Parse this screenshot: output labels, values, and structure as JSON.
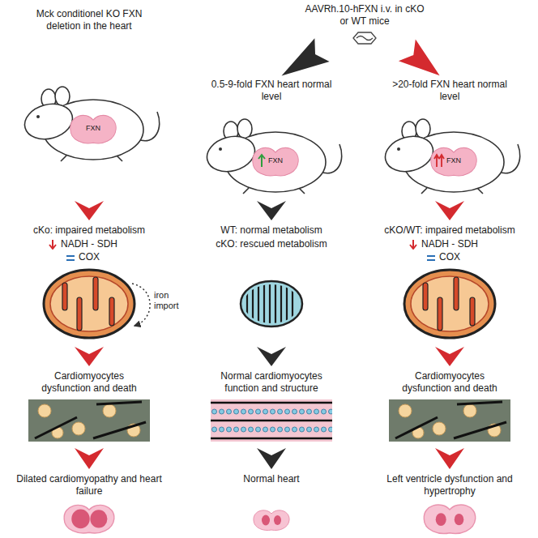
{
  "diagram": {
    "nodes": [
      {
        "text": [
          "Mck conditionel KO FXN deletion in the heart"
        ]
      },
      {
        "text": [
          "FXN"
        ],
        "in": 0
      },
      {
        "text": [
          "AAVRh.10-hFXN i.v. in cKO or WT mice"
        ]
      },
      {
        "text": [
          "0.5-9-fold FXN heart normal level"
        ]
      },
      {
        "text": [
          "FXN"
        ],
        "in": 3
      },
      {
        "text": [
          ">20-fold FXN heart normal level"
        ]
      },
      {
        "text": [
          "FXN"
        ],
        "in": 5
      },
      {
        "text": [
          "cKo: impaired metabolism",
          "NADH - SDH",
          "COX"
        ]
      },
      {
        "text": [
          "WT: normal metabolism",
          "cKO: rescued metabolism"
        ]
      },
      {
        "text": [
          "cKO/WT: impaired metabolism",
          "NADH - SDH",
          "COX"
        ]
      },
      {
        "text": [
          "Cardiomyocytes dysfunction and death"
        ]
      },
      {
        "text": [
          "Normal cardiomyocytes function and structure"
        ]
      },
      {
        "text": [
          "Cardiomyocytes dysfunction and death"
        ]
      },
      {
        "text": [
          "Dilated cardiomyopathy and heart failure"
        ]
      },
      {
        "text": [
          "Normal heart"
        ]
      },
      {
        "text": [
          "Left ventricle dysfunction and hypertrophy"
        ]
      }
    ],
    "edges": [
      {
        "from": 2,
        "to": 3,
        "arrow": "to"
      },
      {
        "from": 2,
        "to": 5,
        "arrow": "to"
      },
      {
        "from": 0,
        "to": 7,
        "arrow": "to"
      },
      {
        "from": 3,
        "to": 8,
        "arrow": "to"
      },
      {
        "from": 5,
        "to": 9,
        "arrow": "to"
      },
      {
        "from": 7,
        "to": 10,
        "arrow": "to"
      },
      {
        "from": 8,
        "to": 11,
        "arrow": "to"
      },
      {
        "from": 9,
        "to": 12,
        "arrow": "to"
      },
      {
        "from": 10,
        "to": 13,
        "arrow": "to"
      },
      {
        "from": 11,
        "to": 14,
        "arrow": "to"
      },
      {
        "from": 12,
        "to": 15,
        "arrow": "to"
      }
    ],
    "labels": [
      "iron import"
    ]
  }
}
